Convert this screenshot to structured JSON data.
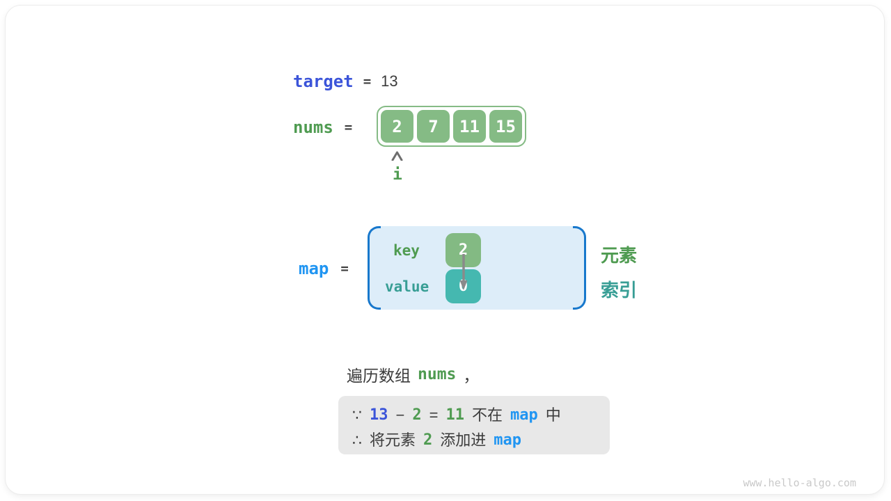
{
  "colors": {
    "royal_blue": "#3b54d9",
    "bright_blue": "#2095f2",
    "green": "#4f9b51",
    "teal": "#389e95",
    "array_box_green": "#85bb85",
    "value_box_teal": "#45b8b0",
    "map_fill": "#ddedf9",
    "map_bracket_blue": "#1878cc",
    "note_background": "#e8e8e8",
    "text_dark": "#3c3c3c"
  },
  "target": {
    "label": "target",
    "eq": "=",
    "value": "13"
  },
  "nums": {
    "label": "nums",
    "eq": "=",
    "values": [
      "2",
      "7",
      "11",
      "15"
    ],
    "pointer": "i"
  },
  "map": {
    "label": "map",
    "eq": "=",
    "key_label": "key",
    "value_label": "value",
    "entry": {
      "key": "2",
      "value": "0"
    },
    "legend": {
      "element": "元素",
      "index": "索引"
    }
  },
  "caption": {
    "prefix": "遍历数组",
    "code": "nums",
    "comma": "，"
  },
  "note": {
    "line1": {
      "because": "∵",
      "target_val": "13",
      "minus": "−",
      "elem_val": "2",
      "eq": "=",
      "diff_val": "11",
      "not_in": "不在",
      "map": "map",
      "suffix": "中"
    },
    "line2": {
      "therefore": "∴",
      "text_a": "将元素",
      "elem_val": "2",
      "text_b": "添加进",
      "map": "map"
    }
  },
  "watermark": "www.hello-algo.com"
}
